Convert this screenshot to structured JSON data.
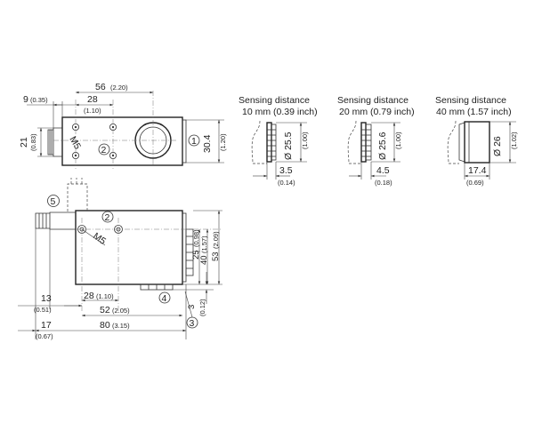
{
  "top_view": {
    "dim_56": "56",
    "dim_56_in": "(2.20)",
    "dim_28": "28",
    "dim_28_in": "(1.10)",
    "dim_9": "9",
    "dim_9_in": "(0.35)",
    "dim_21": "21",
    "dim_21_in": "(0.83)",
    "dim_30_4": "30.4",
    "dim_30_4_in": "(1.20)",
    "thread": "M5",
    "callout_1": "1",
    "callout_2": "2"
  },
  "side_view": {
    "thread": "M5",
    "callout_2": "2",
    "callout_3": "3",
    "callout_4": "4",
    "callout_5": "5",
    "dim_13": "13",
    "dim_13_in": "(0.51)",
    "dim_17": "17",
    "dim_17_in": "(0.67)",
    "dim_28": "28",
    "dim_28_in": "(1.10)",
    "dim_52": "52",
    "dim_52_in": "(2.05)",
    "dim_80": "80",
    "dim_80_in": "(3.15)",
    "dim_25": "25",
    "dim_25_in": "(0.98)",
    "dim_40": "40",
    "dim_40_in": "(1.57)",
    "dim_53": "53",
    "dim_53_in": "(2.09)",
    "dim_3": "3",
    "dim_3_in": "(0.12)"
  },
  "variants": [
    {
      "title1": "Sensing distance",
      "title2": "10 mm (0.39 inch)",
      "dia": "Ø 25.5",
      "dia_in": "(1.00)",
      "len": "3.5",
      "len_in": "(0.14)"
    },
    {
      "title1": "Sensing distance",
      "title2": "20 mm (0.79 inch)",
      "dia": "Ø 25.6",
      "dia_in": "(1.00)",
      "len": "4.5",
      "len_in": "(0.18)"
    },
    {
      "title1": "Sensing distance",
      "title2": "40 mm (1.57 inch)",
      "dia": "Ø 26",
      "dia_in": "(1.02)",
      "len": "17.4",
      "len_in": "(0.69)"
    }
  ]
}
